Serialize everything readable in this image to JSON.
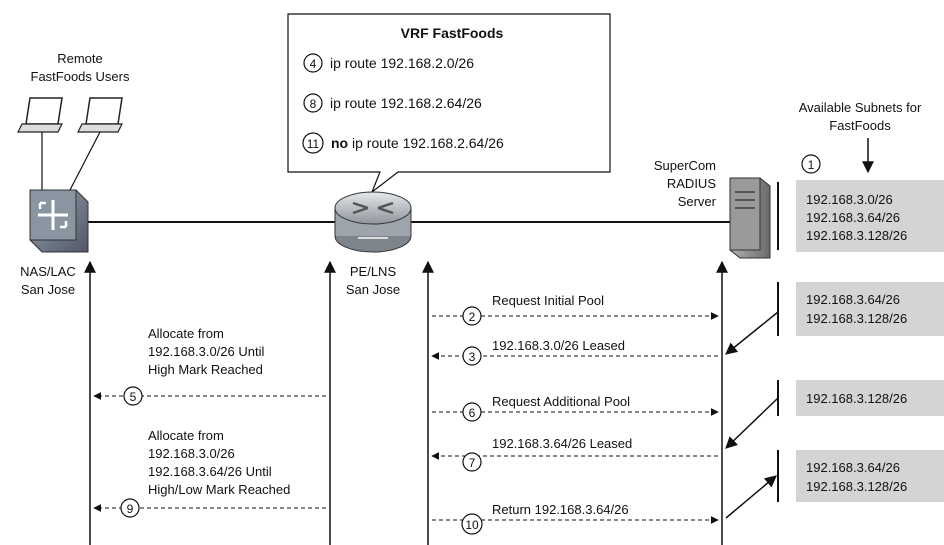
{
  "vrf_box": {
    "title": "VRF FastFoods",
    "routes": [
      {
        "num": "4",
        "bold_prefix": "",
        "text": "ip route 192.168.2.0/26"
      },
      {
        "num": "8",
        "bold_prefix": "",
        "text": "ip route 192.168.2.64/26"
      },
      {
        "num": "11",
        "bold_prefix": "no",
        "text": " ip route 192.168.2.64/26"
      }
    ]
  },
  "remote_users": {
    "line1": "Remote",
    "line2": "FastFoods Users"
  },
  "nas": {
    "line1": "NAS/LAC",
    "line2": "San Jose"
  },
  "pe": {
    "line1": "PE/LNS",
    "line2": "San Jose"
  },
  "radius": {
    "line1": "SuperCom",
    "line2": "RADIUS",
    "line3": "Server"
  },
  "available": {
    "line1": "Available Subnets for",
    "line2": "FastFoods",
    "marker": "1"
  },
  "subnet_boxes": [
    [
      "192.168.3.0/26",
      "192.168.3.64/26",
      "192.168.3.128/26"
    ],
    [
      "192.168.3.64/26",
      "192.168.3.128/26"
    ],
    [
      "192.168.3.128/26"
    ],
    [
      "192.168.3.64/26",
      "192.168.3.128/26"
    ]
  ],
  "messages": {
    "m2": {
      "num": "2",
      "text": "Request Initial Pool"
    },
    "m3": {
      "num": "3",
      "text": "192.168.3.0/26 Leased"
    },
    "m6": {
      "num": "6",
      "text": "Request Additional Pool"
    },
    "m7": {
      "num": "7",
      "text": "192.168.3.64/26 Leased"
    },
    "m10": {
      "num": "10",
      "text": "Return 192.168.3.64/26"
    },
    "m5": {
      "num": "5",
      "lines": [
        "Allocate from",
        "192.168.3.0/26 Until",
        "High Mark Reached"
      ]
    },
    "m9": {
      "num": "9",
      "lines": [
        "Allocate from",
        "192.168.3.0/26",
        "192.168.3.64/26 Until",
        "High/Low Mark Reached"
      ]
    }
  },
  "colors": {
    "ink": "#111111",
    "subnet_fill": "#d4d4d4",
    "router": "#b9bec4",
    "switch": "#6f7a86",
    "server": "#8c8c8c"
  }
}
